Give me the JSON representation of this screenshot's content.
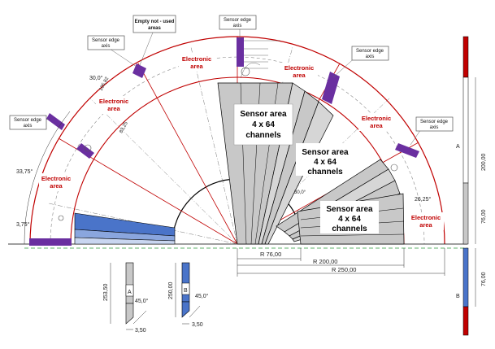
{
  "callouts": {
    "empty_line1": "Empty not - used",
    "empty_line2": "areas",
    "edge_line1": "Sensor edge",
    "edge_line2": "axis"
  },
  "electronic": {
    "line1": "Electronic",
    "line2": "area"
  },
  "sensor": {
    "line1": "Sensor area",
    "line2": "4 x 64",
    "line3": "channels"
  },
  "angles": {
    "a30_outer": "30,0°",
    "a30_inner": "30,0°",
    "a3375": "33,75°",
    "a375": "3,75°",
    "a2625": "26,25°",
    "a450": "45,0°"
  },
  "dims": {
    "d10582": "105,82",
    "d8325": "83,25",
    "r76": "R 76,00",
    "r200": "R 200,00",
    "r250": "R 250,00",
    "h25350": "253,50",
    "h25000": "250,00",
    "w350": "3,50",
    "v200": "200,00",
    "v76a": "76,00",
    "v76b": "76,00"
  },
  "letters": {
    "a": "A",
    "b": "B"
  },
  "colors": {
    "outline_red": "#c00000",
    "purple": "#6a2fa0",
    "sensor_gray": "#c8c8c8",
    "blue": "#4a74c9",
    "green_dash": "#2e9a3e"
  }
}
